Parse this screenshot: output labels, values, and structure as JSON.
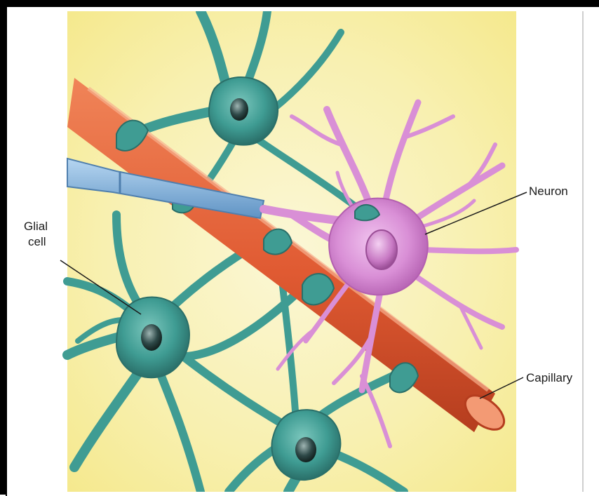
{
  "labels": {
    "glial_cell_line1": "Glial",
    "glial_cell_line2": "cell",
    "neuron": "Neuron",
    "capillary": "Capillary"
  },
  "colors": {
    "background_yellow": "#f7efa6",
    "glial_teal": "#3f9c93",
    "glial_teal_dark": "#2a6f69",
    "neuron_pink": "#d98fd6",
    "neuron_pink_dark": "#b35fb0",
    "capillary_red": "#e05a32",
    "capillary_red_dark": "#b53d1e",
    "axon_blue": "#7fb1dc",
    "frame": "#000000"
  }
}
